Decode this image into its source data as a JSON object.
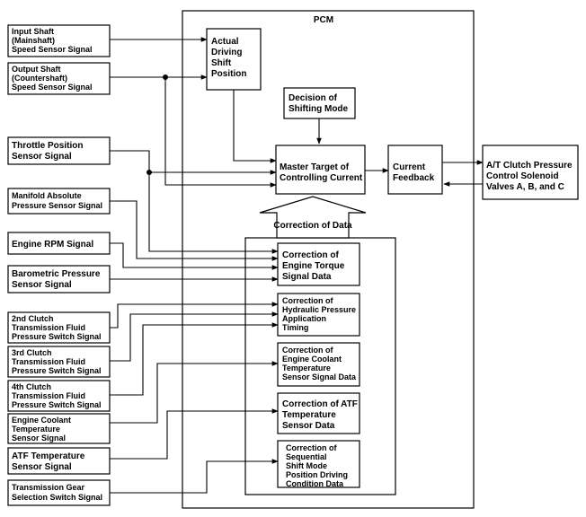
{
  "pcm_label": "PCM",
  "correction_of_data_label": "Correction of Data",
  "inputs": {
    "input_shaft": [
      "Input Shaft",
      "(Mainshaft)",
      "Speed Sensor Signal"
    ],
    "output_shaft": [
      "Output Shaft",
      "(Countershaft)",
      "Speed Sensor Signal"
    ],
    "throttle": [
      "Throttle Position",
      "Sensor Signal"
    ],
    "map": [
      "Manifold Absolute",
      "Pressure Sensor Signal"
    ],
    "rpm": [
      "Engine RPM Signal"
    ],
    "baro": [
      "Barometric Pressure",
      "Sensor Signal"
    ],
    "clutch2": [
      "2nd Clutch",
      "Transmission Fluid",
      "Pressure Switch Signal"
    ],
    "clutch3": [
      "3rd Clutch",
      "Transmission Fluid",
      "Pressure Switch Signal"
    ],
    "clutch4": [
      "4th Clutch",
      "Transmission Fluid",
      "Pressure Switch Signal"
    ],
    "coolant": [
      "Engine Coolant",
      "Temperature",
      "Sensor Signal"
    ],
    "atf": [
      "ATF Temperature",
      "Sensor Signal"
    ],
    "gear_sel": [
      "Transmission Gear",
      "Selection Switch Signal"
    ]
  },
  "internal": {
    "actual_shift": [
      "Actual",
      "Driving",
      "Shift",
      "Position"
    ],
    "decision": [
      "Decision of",
      "Shifting Mode"
    ],
    "master": [
      "Master Target of",
      "Controlling Current"
    ],
    "feedback": [
      "Current",
      "Feedback"
    ],
    "solenoid": [
      "A/T Clutch Pressure",
      "Control Solenoid",
      "Valves A, B, and C"
    ]
  },
  "corrections": {
    "torque": [
      "Correction of",
      "Engine Torque",
      "Signal Data"
    ],
    "hydraulic": [
      "Correction of",
      "Hydraulic Pressure",
      "Application",
      "Timing"
    ],
    "coolant": [
      "Correction of",
      "Engine Coolant",
      "Temperature",
      "Sensor Signal Data"
    ],
    "atf": [
      "Correction of ATF",
      "Temperature",
      "Sensor Data"
    ],
    "sequential": [
      "Correction of",
      "Sequential",
      "Shift Mode",
      "Position Driving",
      "Condition Data"
    ]
  }
}
